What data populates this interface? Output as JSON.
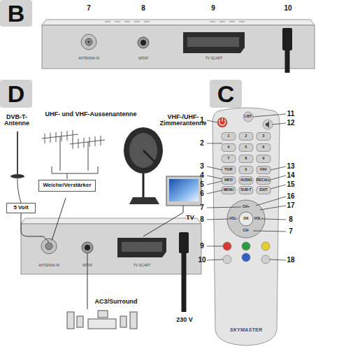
{
  "diagram": {
    "nodes": [
      {
        "text": [
          "B"
        ]
      },
      {
        "text": [
          "D"
        ]
      },
      {
        "text": [
          "C"
        ]
      },
      {
        "text": [
          "Weiche/Verstärker"
        ]
      },
      {
        "text": [
          "5 Volt"
        ]
      }
    ],
    "labels": [
      "7",
      "8",
      "9",
      "10",
      "ANTENNA IN",
      "SPDIF",
      "TV SCART",
      "DVB-T- Antenne",
      "UHF- und VHF-Aussenantenne",
      "VHF-/UHF- Zimmerantenne",
      "TV",
      "AC3/Surround",
      "230 V",
      "ANTENNA IN",
      "SPDIF",
      "TV SCART",
      "1",
      "2",
      "3",
      "4",
      "5",
      "6",
      "7",
      "8",
      "9",
      "10",
      "11",
      "12",
      "13",
      "14",
      "15",
      "16",
      "17",
      "8",
      "7",
      "18",
      "1",
      "2",
      "3",
      "4",
      "5",
      "6",
      "7",
      "8",
      "9",
      "TV/R",
      "0",
      "FAV",
      "INFO",
      "AUDIO",
      "RECALL",
      "MENU",
      "SUB-T",
      "EXIT",
      "LIST",
      "OK",
      "CH+",
      "CH-",
      "VOL-",
      "VOL+",
      "SKYMASTER"
    ]
  }
}
